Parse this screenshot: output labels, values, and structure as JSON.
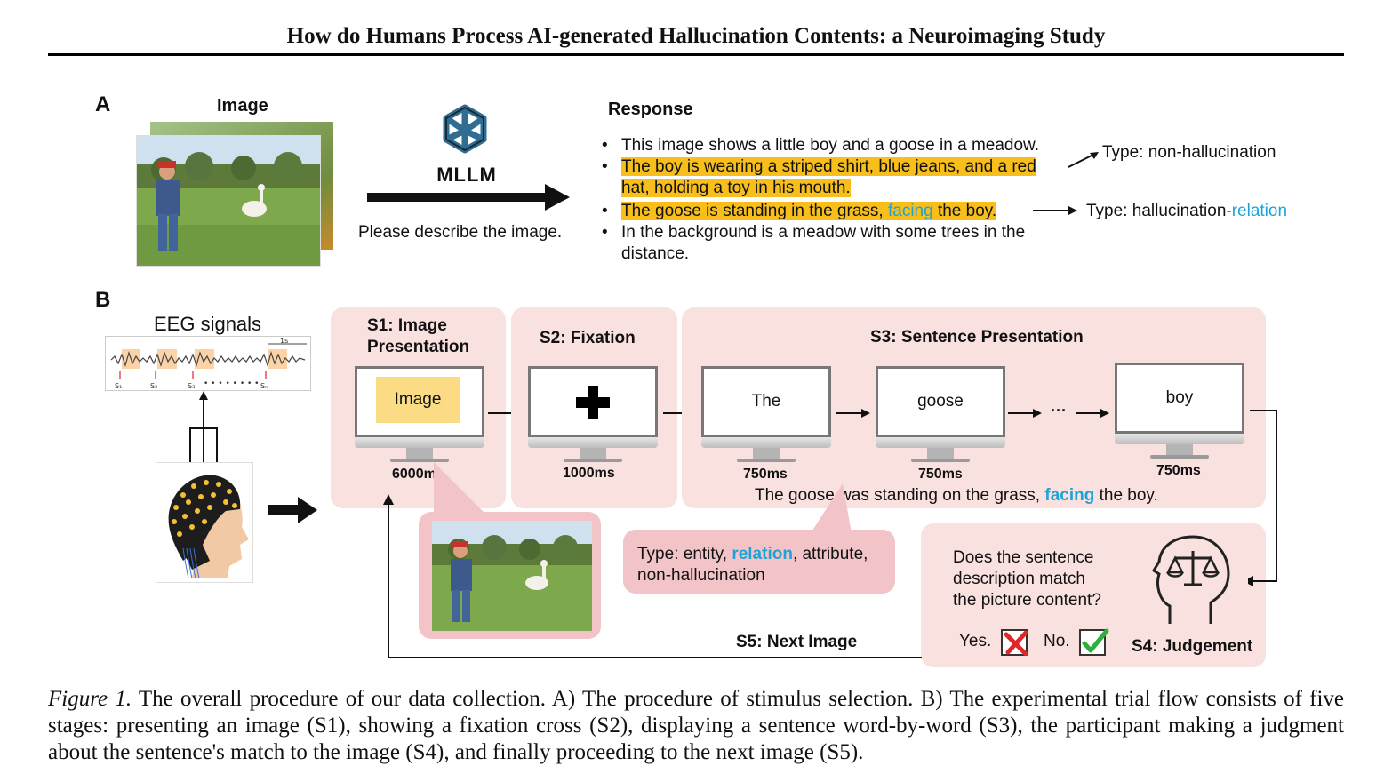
{
  "paper_title": "How do Humans Process AI-generated Hallucination Contents: a Neuroimaging Study",
  "panel_a": {
    "letter": "A",
    "image_label": "Image",
    "model_label": "MLLM",
    "model_icon": "openai-logo-icon",
    "prompt": "Please describe the image.",
    "response_label": "Response",
    "bullets": [
      {
        "text": "This image shows a little boy and a goose in a meadow.",
        "highlight": false
      },
      {
        "text": "The boy is wearing a striped shirt, blue jeans, and a red",
        "highlight": true
      },
      {
        "text": "hat, holding a toy in his mouth.",
        "highlight": true,
        "continuation": true
      },
      {
        "text_before": "The goose is standing in the grass, ",
        "keyword": "facing",
        "text_after": " the boy.",
        "highlight": true
      },
      {
        "text": "In the background is a meadow with some trees in the",
        "highlight": false
      },
      {
        "text": "distance.",
        "highlight": false,
        "continuation": true
      }
    ],
    "type_non_halluc": "Type: non-hallucination",
    "type_halluc_prefix": "Type: hallucination-",
    "type_halluc_keyword": "relation"
  },
  "panel_b": {
    "letter": "B",
    "eeg_label": "EEG signals",
    "eeg_scale": "1s",
    "eeg_markers": [
      "S₁",
      "S₂",
      "S₃",
      "Sₙ"
    ],
    "s1_title_line1": "S1: Image",
    "s1_title_line2": "Presentation",
    "s1_screen": "Image",
    "s1_time": "6000ms",
    "s2_title": "S2: Fixation",
    "s2_time": "1000ms",
    "s3_title": "S3: Sentence Presentation",
    "s3_words": [
      "The",
      "goose",
      "boy"
    ],
    "s3_time": "750ms",
    "ellipsis": "···",
    "s3_sentence_before": "The goose was standing on the grass, ",
    "s3_sentence_keyword": "facing",
    "s3_sentence_after": " the boy.",
    "bubble_prefix": "Type: entity, ",
    "bubble_keyword": "relation",
    "bubble_suffix": ", attribute,",
    "bubble_line2": "non-hallucination",
    "s4_question_line1": "Does the sentence",
    "s4_question_line2": "description match",
    "s4_question_line3": "the picture content?",
    "s4_yes": "Yes.",
    "s4_no": "No.",
    "s4_title": "S4: Judgement",
    "s5_title": "S5: Next Image"
  },
  "caption": {
    "label": "Figure 1.",
    "text": " The overall procedure of our data collection. A) The procedure of stimulus selection. B) The experimental trial flow consists of five stages: presenting an image (S1), showing a fixation cross (S2), displaying a sentence word-by-word (S3), the participant making a judgment about the sentence's match to the image (S4), and finally proceeding to the next image (S5)."
  },
  "colors": {
    "highlight": "#f8bf1c",
    "keyword_blue": "#1ea3d6",
    "stage_bg": "#f9e1df",
    "bubble_bg": "#f2c4c7",
    "image_screen": "#fbdc84",
    "model_icon": "#2f6d92"
  }
}
